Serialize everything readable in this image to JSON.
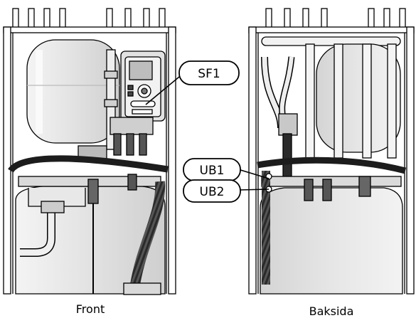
{
  "views": {
    "front": {
      "caption": "Front"
    },
    "back": {
      "caption": "Baksida"
    }
  },
  "callouts": {
    "sf1": "SF1",
    "ub1": "UB1",
    "ub2": "UB2"
  }
}
